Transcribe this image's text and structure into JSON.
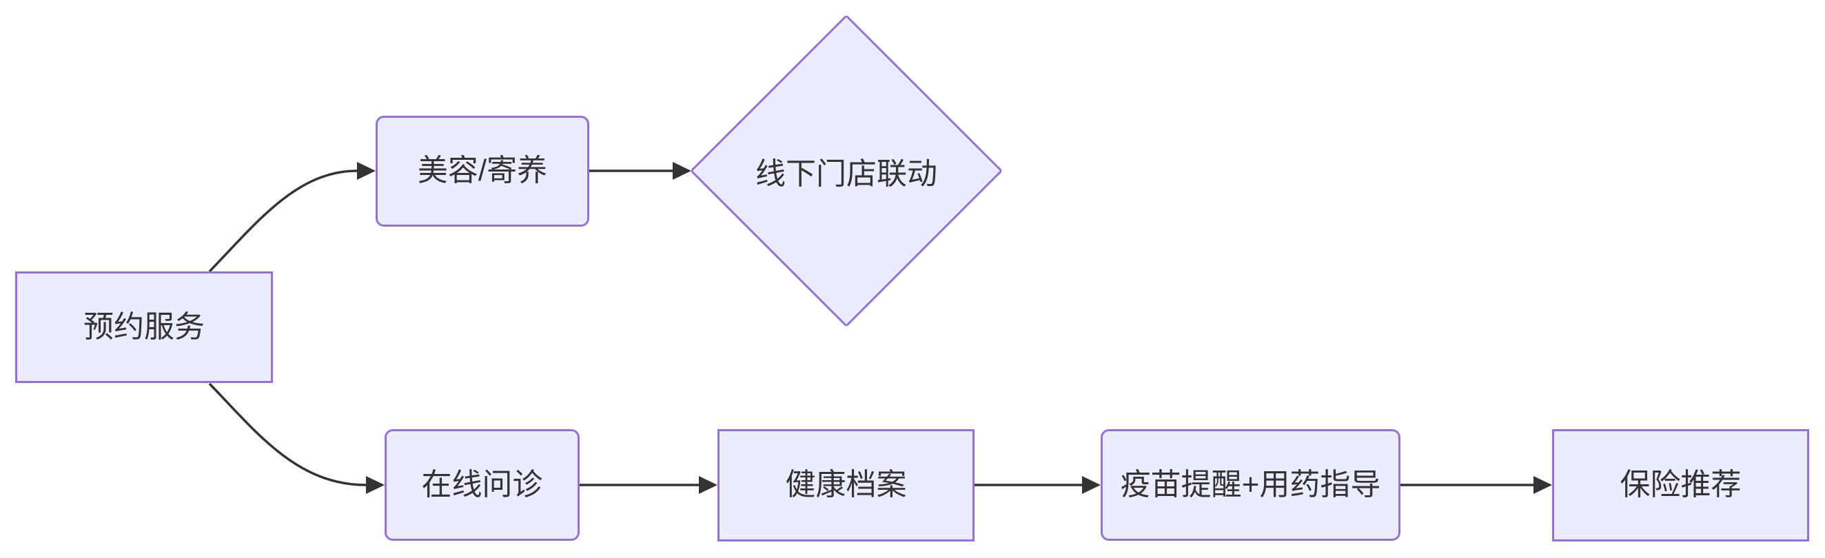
{
  "diagram": {
    "type": "flowchart",
    "direction": "left-to-right",
    "colors": {
      "node_fill": "#ECECFF",
      "node_border": "#9370DB",
      "edge": "#333333",
      "text": "#333333",
      "background": "#FFFFFF"
    },
    "nodes": [
      {
        "id": "booking",
        "label": "预约服务",
        "shape": "rectangle"
      },
      {
        "id": "grooming",
        "label": "美容/寄养",
        "shape": "rounded"
      },
      {
        "id": "offline",
        "label": "线下门店联动",
        "shape": "diamond"
      },
      {
        "id": "consult",
        "label": "在线问诊",
        "shape": "rounded"
      },
      {
        "id": "records",
        "label": "健康档案",
        "shape": "rectangle"
      },
      {
        "id": "vaccine",
        "label": "疫苗提醒+用药指导",
        "shape": "rounded"
      },
      {
        "id": "insurance",
        "label": "保险推荐",
        "shape": "rectangle"
      }
    ],
    "edges": [
      {
        "from": "booking",
        "to": "grooming",
        "style": "curved"
      },
      {
        "from": "booking",
        "to": "consult",
        "style": "curved"
      },
      {
        "from": "grooming",
        "to": "offline",
        "style": "straight"
      },
      {
        "from": "consult",
        "to": "records",
        "style": "straight"
      },
      {
        "from": "records",
        "to": "vaccine",
        "style": "straight"
      },
      {
        "from": "vaccine",
        "to": "insurance",
        "style": "straight"
      }
    ]
  }
}
